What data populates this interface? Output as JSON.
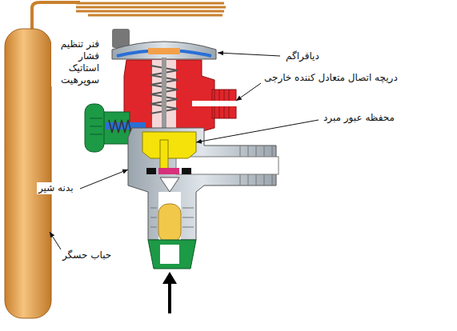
{
  "diagram": {
    "labels": [
      "دیافراگم",
      "دریچه اتصال متعادل کننده خارجی",
      "محفظه عبور مبرد",
      "فنر تنظیم فشار استاتیک سوپرهیت",
      "بدنه شیر",
      "حباب حسگر"
    ]
  }
}
